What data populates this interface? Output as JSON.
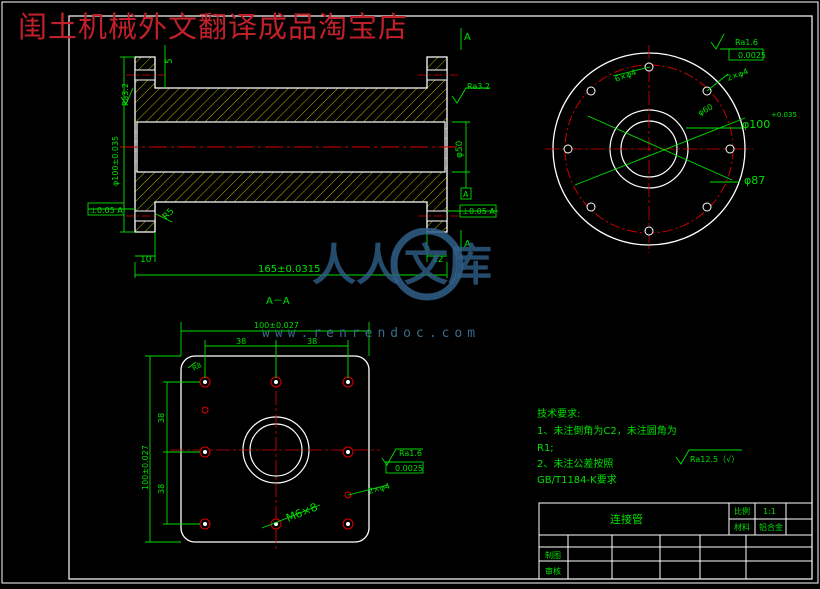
{
  "watermark": {
    "title": "闺土机械外文翻译成品淘宝店",
    "logo_text_left": "人人",
    "logo_text_right": "文库",
    "url": "www.renrendoc.com"
  },
  "section_marks": {
    "a_top": "A",
    "a_bottom": "A",
    "section_title": "A－A"
  },
  "dims": {
    "top_view": {
      "overall_length": "165±0.0315",
      "flange_left": "10",
      "flange_right": "12",
      "fillet": "R5",
      "flange_gap": "5",
      "height_dia": "φ100±0.035",
      "bore_dia": "φ50",
      "roughness_left": "Ra3.2",
      "roughness_right": "Ra3.2",
      "perp_left": "⊥0.05 A",
      "perp_right": "⊥0.05 A",
      "datum": "A"
    },
    "right_view": {
      "roughness": "Ra1.6",
      "flatness": "0.0025",
      "holes_top": "2×φ4",
      "holes_left": "6×φ4",
      "circle_a": "φ60",
      "circle_b": "φ100",
      "tol": "+0.035",
      "pcd": "φ87"
    },
    "plate_view": {
      "width": "100±0.027",
      "half_left": "38",
      "half_right": "38",
      "height": "100±0.027",
      "v_upper": "38",
      "v_lower": "38",
      "corner": "R8",
      "thread": "M6×8",
      "roughness": "Ra1.6",
      "flatness": "0.0025",
      "pin_holes": "2×φ4"
    }
  },
  "notes": {
    "heading": "技术要求:",
    "line1": "1、未注倒角为C2，未注圆角为",
    "line2": "R1;",
    "line3": "2、未注公差按照",
    "line4": "GB/T1184-K要求",
    "roughness_note": "Ra12.5（√）"
  },
  "title_block": {
    "part_name": "连接管",
    "scale_label": "比例",
    "scale_value": "1:1",
    "material_label": "材料",
    "material_value": "铝合金",
    "drawn_label": "制图",
    "review_label": "审核"
  },
  "colors": {
    "background": "#000000",
    "outline": "#ffffff",
    "dimension": "#00e000",
    "hatch": "#b8b800",
    "centerline": "#e00000",
    "watermark_red": "#c0202a",
    "watermark_blue": "#2f5f88"
  }
}
